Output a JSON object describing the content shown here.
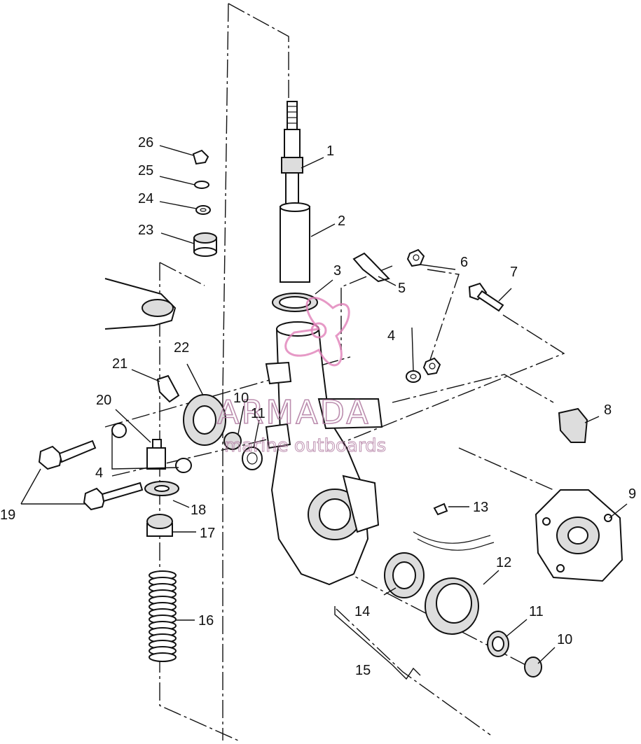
{
  "watermark": {
    "brand": "ARMADA",
    "tagline": "marine outboards",
    "logo_icon": "propeller-logo-icon",
    "color": "#b07aa0"
  },
  "callouts": {
    "c1": "1",
    "c2": "2",
    "c3": "3",
    "c4a": "4",
    "c4b": "4",
    "c5": "5",
    "c6": "6",
    "c7": "7",
    "c8": "8",
    "c9": "9",
    "c10a": "10",
    "c10b": "10",
    "c11a": "11",
    "c11b": "11",
    "c12": "12",
    "c13": "13",
    "c14": "14",
    "c15": "15",
    "c16": "16",
    "c17": "17",
    "c18": "18",
    "c19": "19",
    "c20": "20",
    "c21": "21",
    "c22": "22",
    "c23": "23",
    "c24": "24",
    "c25": "25",
    "c26": "26"
  }
}
